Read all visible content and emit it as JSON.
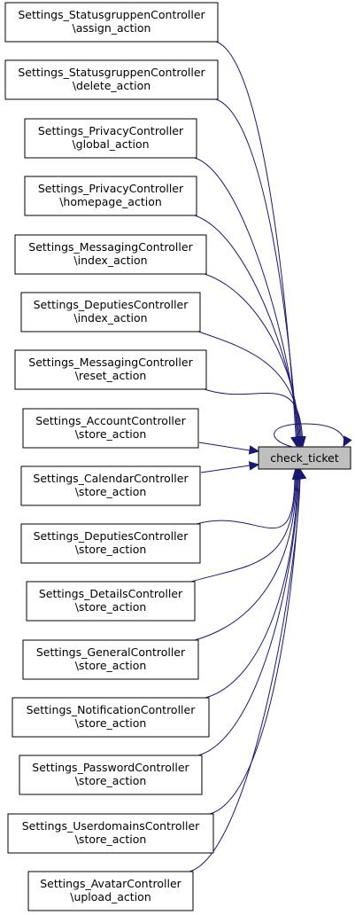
{
  "colors": {
    "edge": "#191970",
    "node_border": "#000000",
    "target_fill": "#bfbfbf",
    "node_fill": "#ffffff"
  },
  "target": {
    "label": "check_ticket"
  },
  "callers": [
    {
      "line1": "Settings_StatusgruppenController",
      "line2": "\\assign_action"
    },
    {
      "line1": "Settings_StatusgruppenController",
      "line2": "\\delete_action"
    },
    {
      "line1": "Settings_PrivacyController",
      "line2": "\\global_action"
    },
    {
      "line1": "Settings_PrivacyController",
      "line2": "\\homepage_action"
    },
    {
      "line1": "Settings_MessagingController",
      "line2": "\\index_action"
    },
    {
      "line1": "Settings_DeputiesController",
      "line2": "\\index_action"
    },
    {
      "line1": "Settings_MessagingController",
      "line2": "\\reset_action"
    },
    {
      "line1": "Settings_AccountController",
      "line2": "\\store_action"
    },
    {
      "line1": "Settings_CalendarController",
      "line2": "\\store_action"
    },
    {
      "line1": "Settings_DeputiesController",
      "line2": "\\store_action"
    },
    {
      "line1": "Settings_DetailsController",
      "line2": "\\store_action"
    },
    {
      "line1": "Settings_GeneralController",
      "line2": "\\store_action"
    },
    {
      "line1": "Settings_NotificationController",
      "line2": "\\store_action"
    },
    {
      "line1": "Settings_PasswordController",
      "line2": "\\store_action"
    },
    {
      "line1": "Settings_UserdomainsController",
      "line2": "\\store_action"
    },
    {
      "line1": "Settings_AvatarController",
      "line2": "\\upload_action"
    }
  ]
}
